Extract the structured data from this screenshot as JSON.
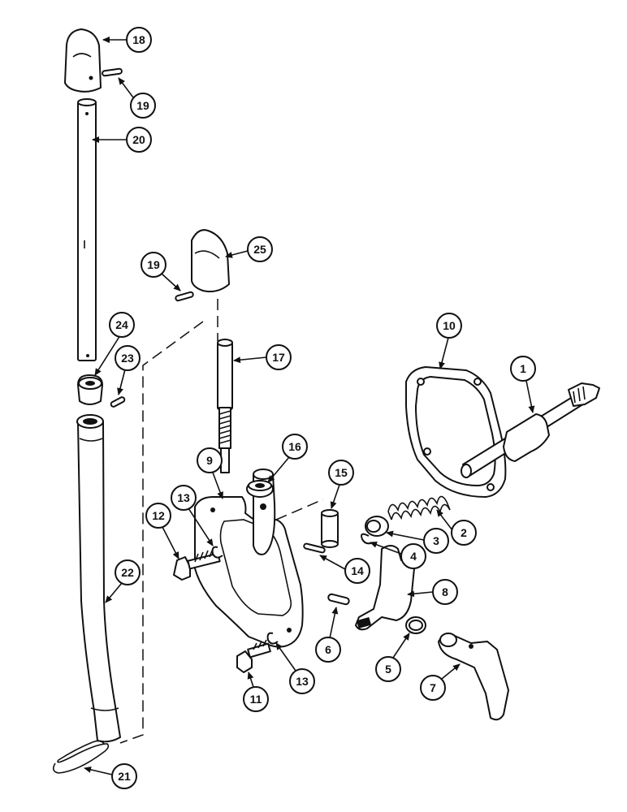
{
  "callouts": {
    "c1": "1",
    "c2": "2",
    "c3": "3",
    "c4": "4",
    "c5": "5",
    "c6": "6",
    "c7": "7",
    "c8": "8",
    "c9": "9",
    "c10": "10",
    "c11": "11",
    "c12": "12",
    "c13a": "13",
    "c13b": "13",
    "c14": "14",
    "c15": "15",
    "c16": "16",
    "c17": "17",
    "c18": "18",
    "c19a": "19",
    "c19b": "19",
    "c20": "20",
    "c21": "21",
    "c22": "22",
    "c23": "23",
    "c24": "24",
    "c25": "25"
  }
}
